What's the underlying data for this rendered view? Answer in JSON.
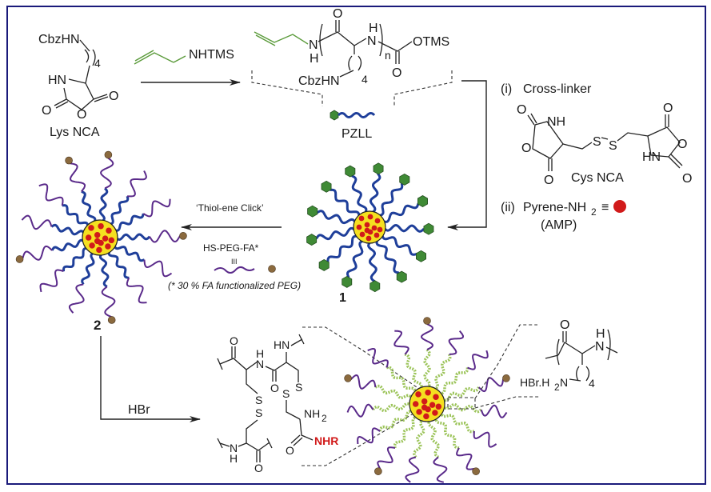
{
  "colors": {
    "frame": "#1a1a7a",
    "pzll_chain": "#1f3f9a",
    "hexagon_end": "#3f8a35",
    "core_fill": "#f5e020",
    "core_dot": "#d11a1a",
    "peg_chain": "#5a2a8a",
    "folate_end": "#8b6a3e",
    "plys_chain": "#9cc45a",
    "nhr_text": "#d11a1a",
    "allyl_bond": "#5a9a3a"
  },
  "lys_nca": {
    "substituent": "CbzHN",
    "chain_count": "4",
    "ring_nh": "HN",
    "carbonyl_o1": "O",
    "carbonyl_o2": "O",
    "ring_o": "O",
    "name": "Lys NCA"
  },
  "reagent_allyl": {
    "group": "NHTMS"
  },
  "pzll": {
    "nh_left": "N",
    "h_left": "H",
    "carbonyl_o": "O",
    "nh_right_h": "H",
    "nh_right": "N",
    "repeat": "n",
    "end_group": "OTMS",
    "end_o": "O",
    "side_chain": "CbzHN",
    "chain_count": "4",
    "name": "PZLL"
  },
  "cross_linker": {
    "step": "(i)",
    "label": "Cross-linker",
    "nh": "NH",
    "hn": "HN",
    "s1": "S",
    "s2": "S",
    "o_labels": [
      "O",
      "O",
      "O",
      "O",
      "O",
      "O"
    ],
    "name": "Cys NCA"
  },
  "pyrene": {
    "step": "(ii)",
    "label": "Pyrene-NH",
    "subscript": "2",
    "equiv": "≡",
    "abbrev": "(AMP)"
  },
  "click_step": {
    "label": "‘Thiol-ene Click’",
    "reagent": "HS-PEG-FA*",
    "equiv": "III",
    "footnote": "(* 30 % FA functionalized PEG)"
  },
  "compound_1": {
    "label": "1"
  },
  "compound_2": {
    "label": "2"
  },
  "hbr_step": {
    "label": "HBr"
  },
  "core_structure": {
    "o1": "O",
    "h1": "H",
    "n1": "N",
    "hn_top": "HN",
    "o2": "O",
    "s1": "S",
    "s2": "S",
    "s3": "S",
    "s4": "S",
    "nh2": "NH",
    "nh2_sub": "2",
    "nhr": "NHR",
    "o3": "O",
    "nh_bottom": "N",
    "h_bottom": "H",
    "o4": "O"
  },
  "plys_unit": {
    "o": "O",
    "h": "H",
    "n": "N",
    "side_chain": "HBr.H",
    "side_sub": "2",
    "side_n": "N",
    "chain_count": "4"
  }
}
